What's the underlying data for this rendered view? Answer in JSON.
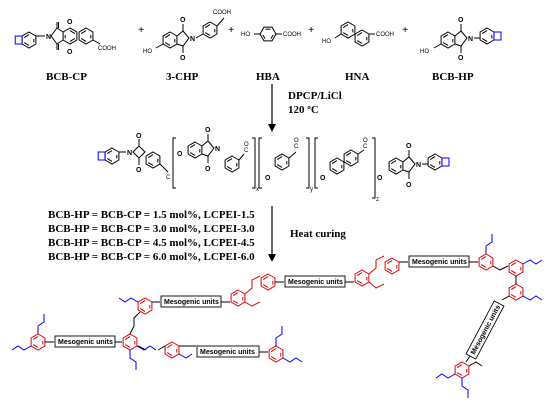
{
  "monomers": [
    {
      "name": "BCB-CP",
      "cooh": "COOH"
    },
    {
      "name": "3-CHP",
      "cooh": "COOH",
      "ho": "HO"
    },
    {
      "name": "HBA",
      "cooh": "COOH",
      "ho": "HO"
    },
    {
      "name": "HNA",
      "cooh": "COOH",
      "ho": "HO"
    },
    {
      "name": "BCB-HP",
      "ho": "HO"
    }
  ],
  "plus": "+",
  "atoms": {
    "O": "O",
    "N": "N",
    "C": "C"
  },
  "subscripts": {
    "x": "x",
    "y": "y",
    "z": "z"
  },
  "step1": {
    "reagent": "DPCP/LiCl",
    "temperature": "120 ºC"
  },
  "step2": {
    "label": "Heat curing"
  },
  "compositions": [
    "BCB-HP = BCB-CP = 1.5 mol%,  LCPEI-1.5",
    "BCB-HP = BCB-CP = 3.0 mol%,  LCPEI-3.0",
    "BCB-HP = BCB-CP = 4.5 mol%,  LCPEI-4.5",
    "BCB-HP = BCB-CP = 6.0 mol%,  LCPEI-6.0"
  ],
  "mesogenic_label": "Mesogenic units",
  "colors": {
    "bond": "#000000",
    "cyclobutene": "#0000ff",
    "crosslink": "#e00000"
  }
}
